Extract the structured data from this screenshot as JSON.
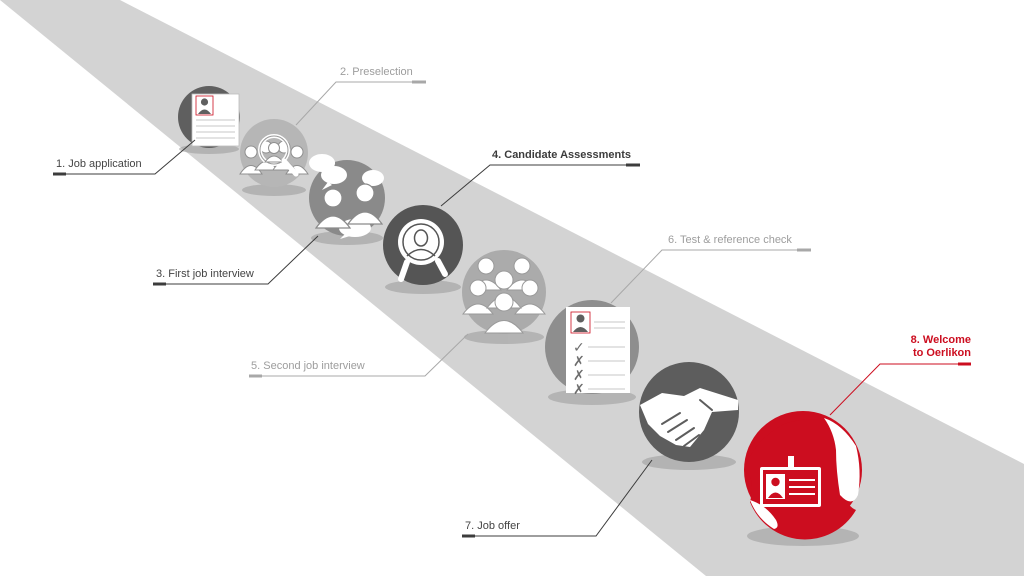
{
  "steps": [
    {
      "number": "1.",
      "label": "Job application",
      "icon": "cv-document-icon",
      "emphasis": "medium"
    },
    {
      "number": "2.",
      "label": "Preselection",
      "icon": "people-magnifier-icon",
      "emphasis": "light"
    },
    {
      "number": "3.",
      "label": "First job interview",
      "icon": "conversation-icon",
      "emphasis": "medium"
    },
    {
      "number": "4.",
      "label": "Candidate Assessments",
      "icon": "person-magnifier-icon",
      "emphasis": "dark"
    },
    {
      "number": "5.",
      "label": "Second job interview",
      "icon": "group-people-icon",
      "emphasis": "light"
    },
    {
      "number": "6.",
      "label": "Test & reference check",
      "icon": "checklist-icon",
      "emphasis": "light"
    },
    {
      "number": "7.",
      "label": "Job offer",
      "icon": "handshake-icon",
      "emphasis": "medium"
    },
    {
      "number": "8.",
      "label": [
        "Welcome",
        "to Oerlikon"
      ],
      "icon": "id-badge-icon",
      "emphasis": "accent"
    }
  ],
  "colors": {
    "road": "#d3d3d3",
    "icon_dark": "#606060",
    "icon_mid": "#8e8e8e",
    "icon_light": "#ababab",
    "accent": "#cc0d1f",
    "leader_dark": "#3c3c3c",
    "leader_light": "#a8a8a8"
  }
}
